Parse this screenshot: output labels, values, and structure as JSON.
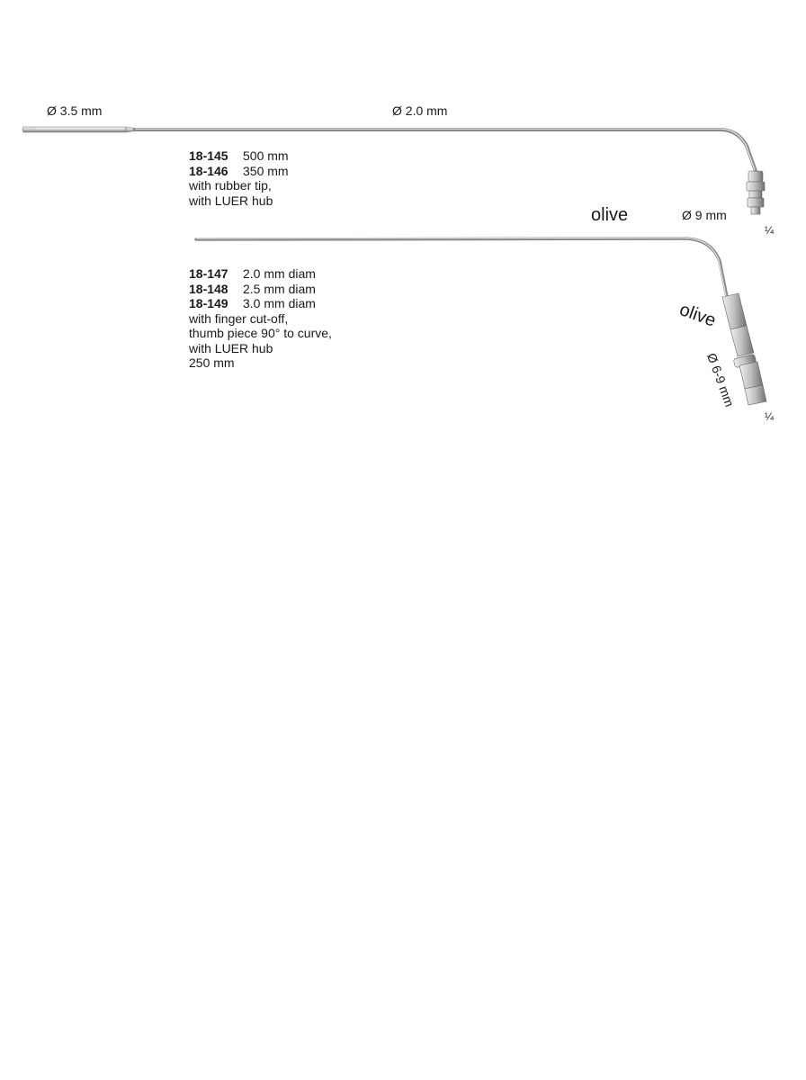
{
  "instrument1": {
    "diam_tip": "Ø 3.5 mm",
    "diam_tube": "Ø 2.0 mm",
    "quarter": "¼",
    "lines": [
      {
        "code": "18-145",
        "text": "500 mm"
      },
      {
        "code": "18-146",
        "text": "350 mm"
      }
    ],
    "notes": [
      "with rubber tip,",
      "with LUER hub"
    ]
  },
  "instrument2": {
    "olive_label": "olive",
    "diam_olive": "Ø 9 mm",
    "olive_label_2": "olive",
    "diam_range": "Ø 6-9 mm",
    "quarter": "¼",
    "lines": [
      {
        "code": "18-147",
        "text": "2.0 mm diam"
      },
      {
        "code": "18-148",
        "text": "2.5 mm diam"
      },
      {
        "code": "18-149",
        "text": "3.0 mm diam"
      }
    ],
    "notes": [
      "with finger cut-off,",
      "thumb piece 90° to curve,",
      "with LUER hub",
      "250 mm"
    ]
  },
  "colors": {
    "background": "#ffffff",
    "text": "#1a1a1a",
    "steel_light": "#e6e6e6",
    "steel_dark": "#6e6e6e"
  }
}
